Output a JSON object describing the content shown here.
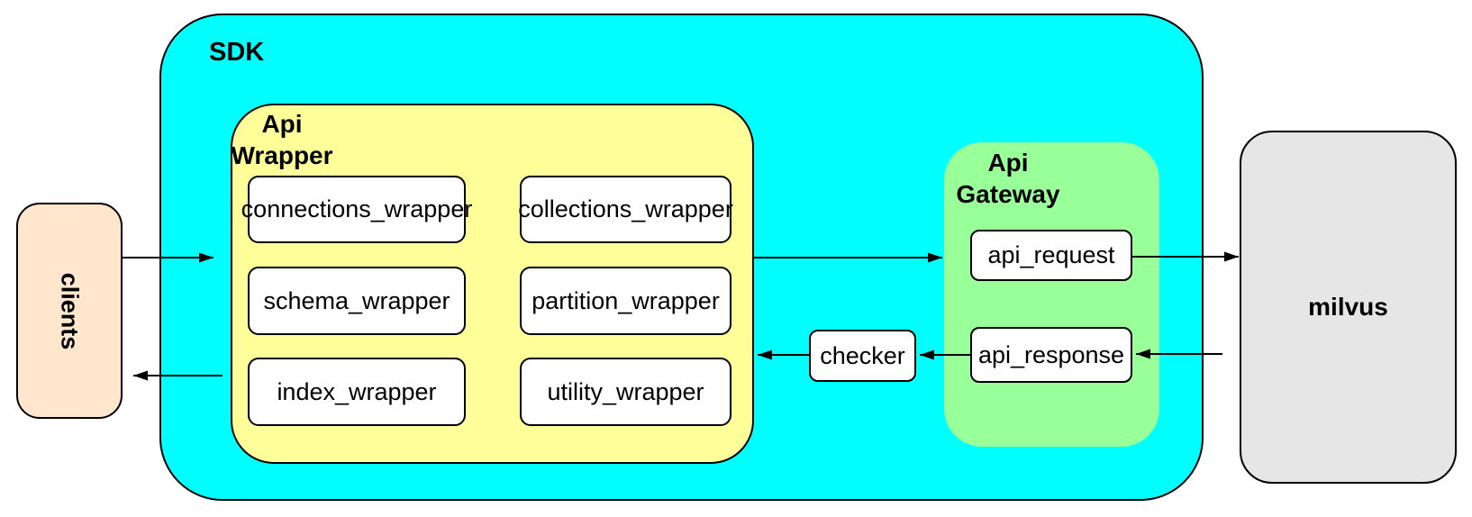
{
  "colors": {
    "sdk_fill": "#00FFFF",
    "api_wrapper_fill": "#FFFF99",
    "api_gateway_fill": "#99FF99",
    "clients_fill": "#FFE6CC",
    "milvus_fill": "#E6E6E6",
    "leaf_fill": "#FFFFFF",
    "stroke": "#000000"
  },
  "nodes": {
    "clients": {
      "label": "clients"
    },
    "sdk": {
      "label": "SDK"
    },
    "api_wrapper": {
      "title": [
        "Api",
        "Wrapper"
      ],
      "items": [
        "connections_wrapper",
        "collections_wrapper",
        "schema_wrapper",
        "partition_wrapper",
        "index_wrapper",
        "utility_wrapper"
      ]
    },
    "checker": {
      "label": "checker"
    },
    "api_gateway": {
      "title": [
        "Api",
        "Gateway"
      ],
      "request": "api_request",
      "response": "api_response"
    },
    "milvus": {
      "label": "milvus"
    }
  }
}
